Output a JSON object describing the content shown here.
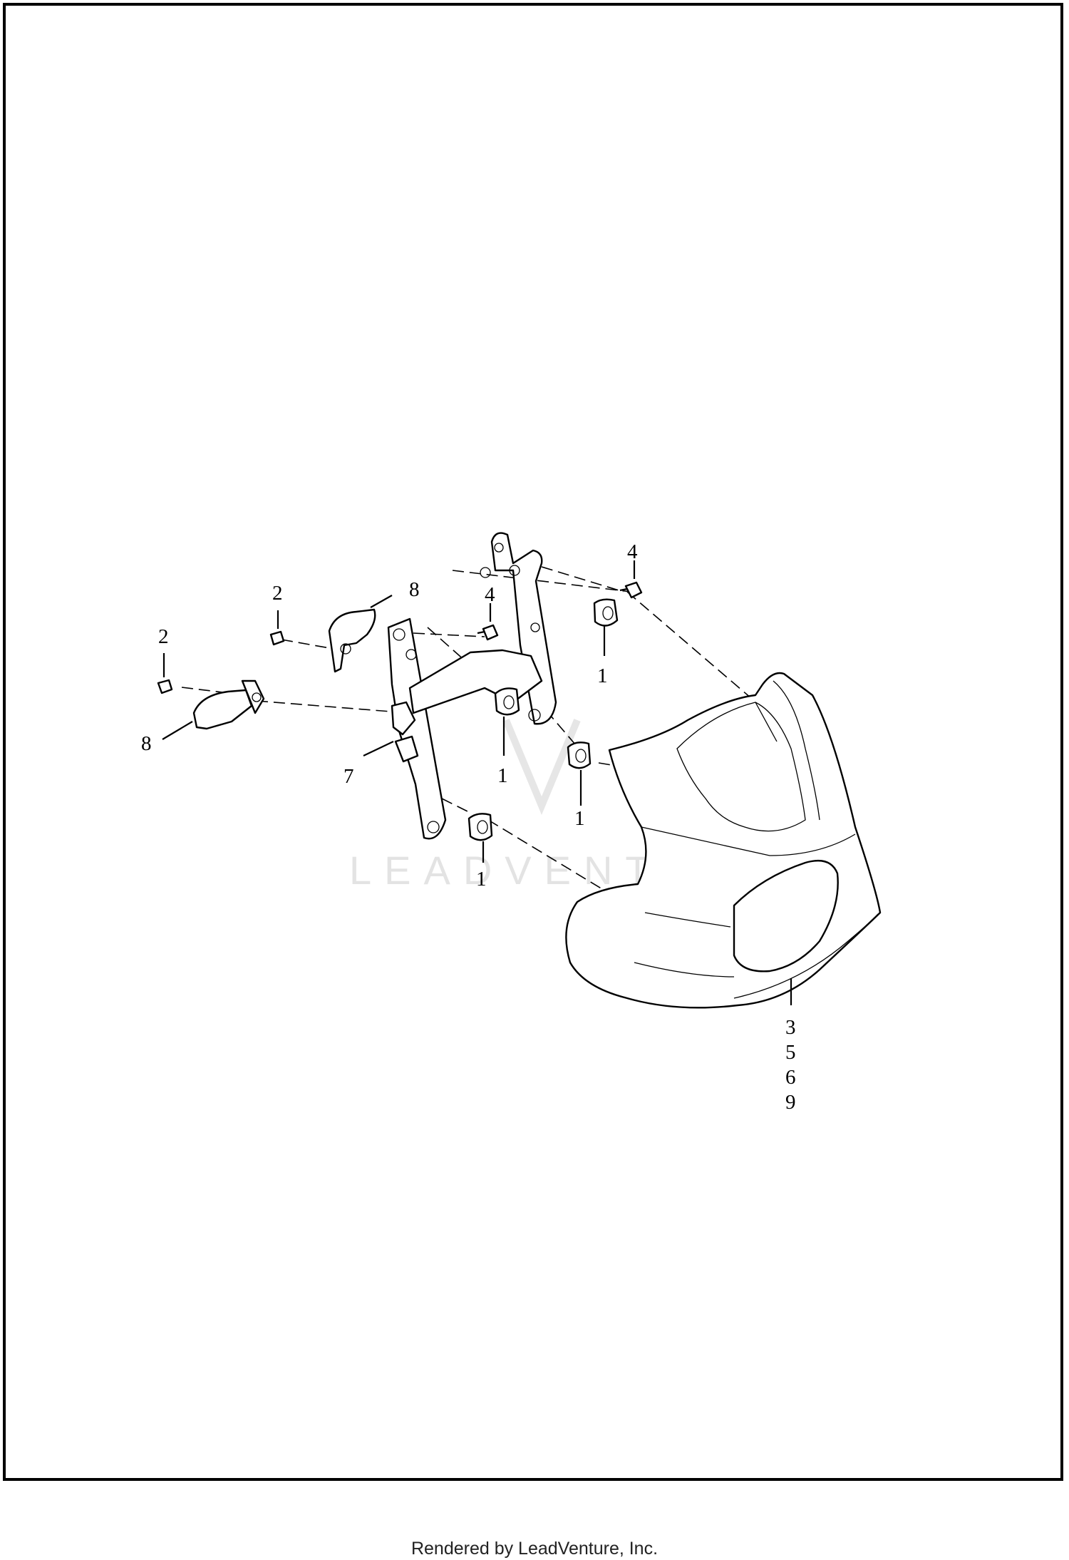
{
  "diagram": {
    "callouts": [
      {
        "id": "c1a",
        "text": "1"
      },
      {
        "id": "c1b",
        "text": "1"
      },
      {
        "id": "c1c",
        "text": "1"
      },
      {
        "id": "c1d",
        "text": "1"
      },
      {
        "id": "c2a",
        "text": "2"
      },
      {
        "id": "c2b",
        "text": "2"
      },
      {
        "id": "c4a",
        "text": "4"
      },
      {
        "id": "c4b",
        "text": "4"
      },
      {
        "id": "c7",
        "text": "7"
      },
      {
        "id": "c8a",
        "text": "8"
      },
      {
        "id": "c8b",
        "text": "8"
      },
      {
        "id": "c3",
        "text": "3"
      },
      {
        "id": "c5",
        "text": "5"
      },
      {
        "id": "c6",
        "text": "6"
      },
      {
        "id": "c9",
        "text": "9"
      }
    ],
    "watermark": "LEADVENTURE",
    "footer": "Rendered by LeadVenture, Inc."
  }
}
